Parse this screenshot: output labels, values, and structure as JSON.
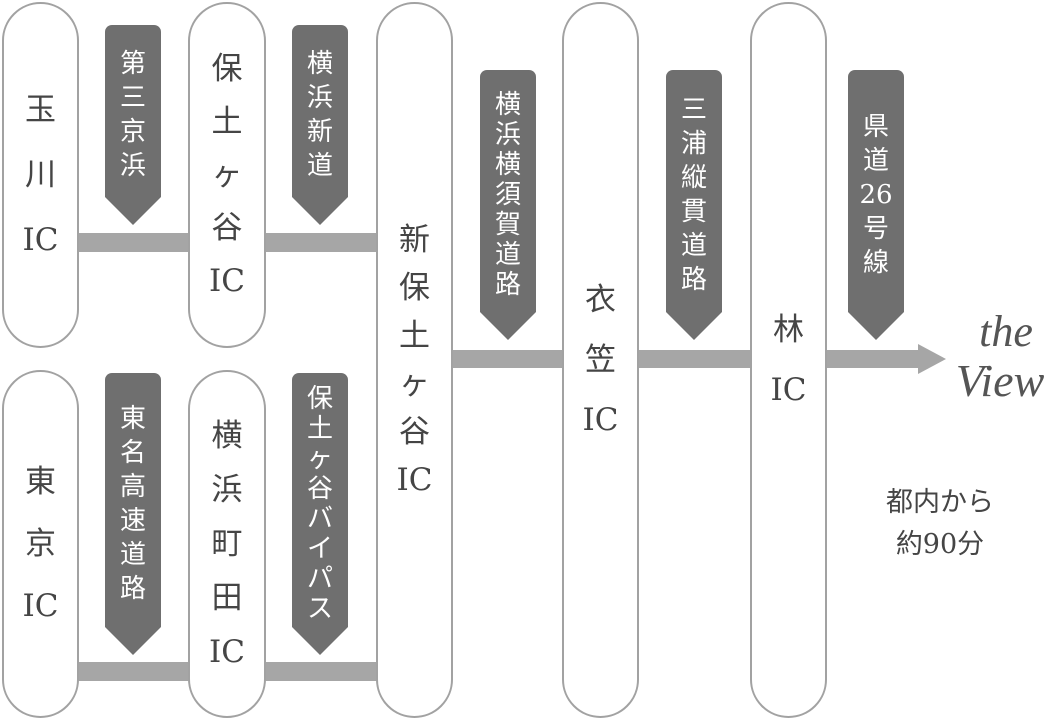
{
  "colors": {
    "pill_border": "#a2a2a2",
    "connector": "#a6a6a6",
    "label_bg": "#6f6f6f",
    "label_text": "#ffffff",
    "text": "#454545"
  },
  "interchanges": {
    "tamagawa": "玉川IC",
    "hodogaya": "保土ヶ谷IC",
    "shin_hodogaya": "新保土ヶ谷IC",
    "kinugasa": "衣笠IC",
    "hayashi": "林IC",
    "tokyo": "東京IC",
    "yokohama_machida": "横浜町田IC"
  },
  "roads": {
    "daisan_keihin": "第三京浜",
    "yokohama_shindo": "横浜新道",
    "yokohama_yokosuka": "横浜横須賀道路",
    "miura_jukan": "三浦縦貫道路",
    "kendo_26": "県道26号線",
    "tomei": "東名高速道路",
    "hodogaya_bypass": "保土ヶ谷バイパス"
  },
  "destination": {
    "line1": "the",
    "line2": "View"
  },
  "travel_time": {
    "line1": "都内から",
    "line2": "約90分"
  }
}
